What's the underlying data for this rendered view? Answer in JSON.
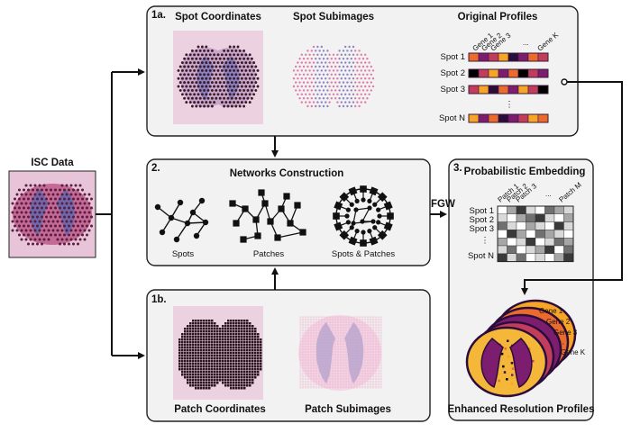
{
  "isc": {
    "title": "ISC Data"
  },
  "panel_1a": {
    "tag": "1a.",
    "spot_coordinates": "Spot Coordinates",
    "spot_subimages": "Spot Subimages",
    "original_profiles": "Original Profiles",
    "genes": [
      "Gene 1",
      "Gene 2",
      "Gene 3",
      "Gene K"
    ],
    "gene_ellipsis": "...",
    "spots": [
      "Spot 1",
      "Spot 2",
      "Spot 3",
      "Spot N"
    ],
    "row_ellipsis": "⋮"
  },
  "panel_2": {
    "tag": "2.",
    "title": "Networks Construction",
    "labels": [
      "Spots",
      "Patches",
      "Spots & Patches"
    ]
  },
  "panel_1b": {
    "tag": "1b.",
    "patch_coordinates": "Patch Coordinates",
    "patch_subimages": "Patch Subimages"
  },
  "fgw": "FGW",
  "panel_3": {
    "tag": "3.",
    "title": "Probabilistic Embedding",
    "patches": [
      "Patch 1",
      "Patch 2",
      "Patch 3",
      "Patch M"
    ],
    "patch_ellipsis": "...",
    "spots": [
      "Spot 1",
      "Spot 2",
      "Spot 3",
      "Spot N"
    ],
    "row_ellipsis": "⋮"
  },
  "enhanced": {
    "genes": [
      "Gene 1",
      "Gene 2",
      "Gene 3",
      "Gene K"
    ],
    "gene_ellipsis": "⋱",
    "title": "Enhanced Resolution Profiles"
  },
  "colors": {
    "panel_fill": "#f2f2f2",
    "tissue_pink": "#efc9dd",
    "tissue_purple": "#7c72b4",
    "spot_dark": "#3a1a2c",
    "heat": [
      "#f7a524",
      "#eb6a2e",
      "#c23d5c",
      "#7c1d6f",
      "#2b0d3b",
      "#000000"
    ]
  }
}
